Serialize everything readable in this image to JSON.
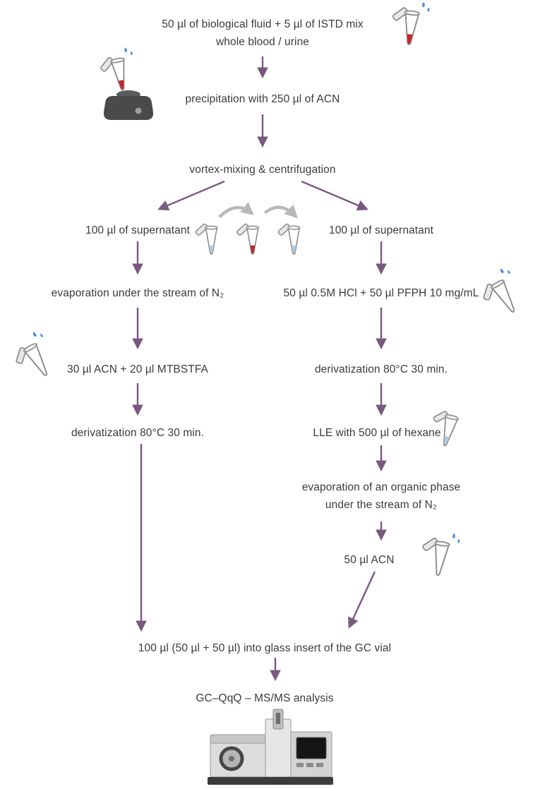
{
  "colors": {
    "arrow_purple": "#7a5880",
    "text": "#3b3b3b",
    "liquid_red": "#c0272d",
    "liquid_blue": "#aecde9",
    "droplet_blue": "#4a90d9",
    "transfer_arrow_gray": "#b8b8b8"
  },
  "nodes": {
    "start": {
      "line1": "50 µl of biological fluid + 5 µl of ISTD mix",
      "line2": "whole blood / urine"
    },
    "precipitation": "precipitation with 250 µl of ACN",
    "vortex_centrifugation": "vortex-mixing & centrifugation",
    "left_supernatant": "100 µl of supernatant",
    "right_supernatant": "100 µl of supernatant",
    "left_evaporation": "evaporation under the stream of N₂",
    "right_hcl_pfph": "50 µl 0.5M HCl + 50 µl PFPH 10 mg/mL",
    "left_acn_mtbstfa": "30 µl ACN + 20 µl MTBSTFA",
    "right_derivatization": "derivatization 80°C 30 min.",
    "left_derivatization": "derivatization 80°C 30 min.",
    "right_lle": "LLE with 500 µl of hexane",
    "right_evaporation": {
      "line1": "evaporation of an organic phase",
      "line2": "under the stream of N₂"
    },
    "right_acn": "50 µl ACN",
    "merge": "100 µl (50 µl + 50 µl) into glass insert of the GC vial",
    "final_analysis": "GC–QqQ – MS/MS analysis"
  },
  "icons": [
    {
      "name": "sample-tube-icon",
      "liquid": "#c0272d",
      "droplets": true
    },
    {
      "name": "vortex-mixer-icon",
      "liquid": "#c0272d",
      "droplets": true
    },
    {
      "name": "supernatant-transfer-icon",
      "tubes": 3,
      "droplets": false
    },
    {
      "name": "pfph-reagent-tube-icon",
      "liquid": "none",
      "droplets": true
    },
    {
      "name": "mtbstfa-reagent-tube-icon",
      "liquid": "none",
      "droplets": true
    },
    {
      "name": "hexane-tube-icon",
      "liquid": "#aecde9",
      "droplets": false
    },
    {
      "name": "acn-tube-icon",
      "liquid": "none",
      "droplets": true
    },
    {
      "name": "gc-ms-instrument-icon"
    }
  ]
}
